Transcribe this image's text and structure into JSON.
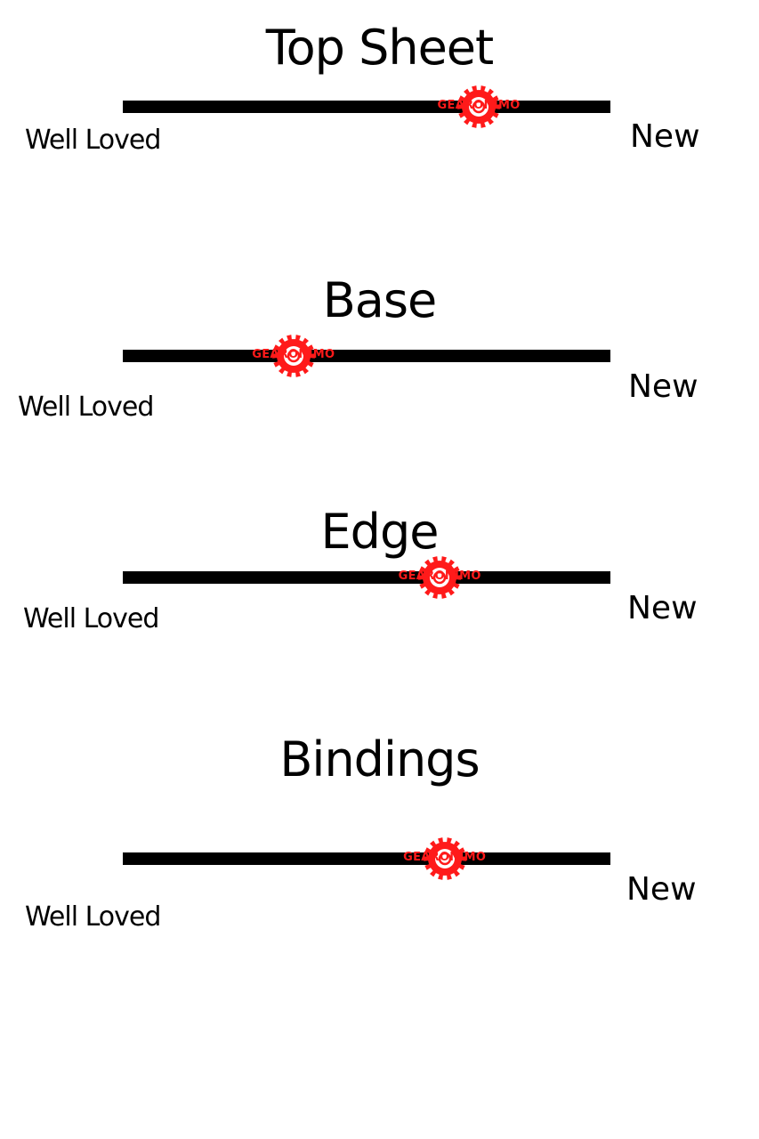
{
  "colors": {
    "accent": "#ff1a1a",
    "bar": "#000000"
  },
  "scale": {
    "left_label": "Well Loved",
    "right_label": "New"
  },
  "marker": {
    "brand": "GEARONIMO",
    "icon": "gear-icon"
  },
  "ratings": [
    {
      "title": "Top Sheet",
      "level": 0.73
    },
    {
      "title": "Base",
      "level": 0.35
    },
    {
      "title": "Edge",
      "level": 0.65
    },
    {
      "title": "Bindings",
      "level": 0.66
    }
  ]
}
